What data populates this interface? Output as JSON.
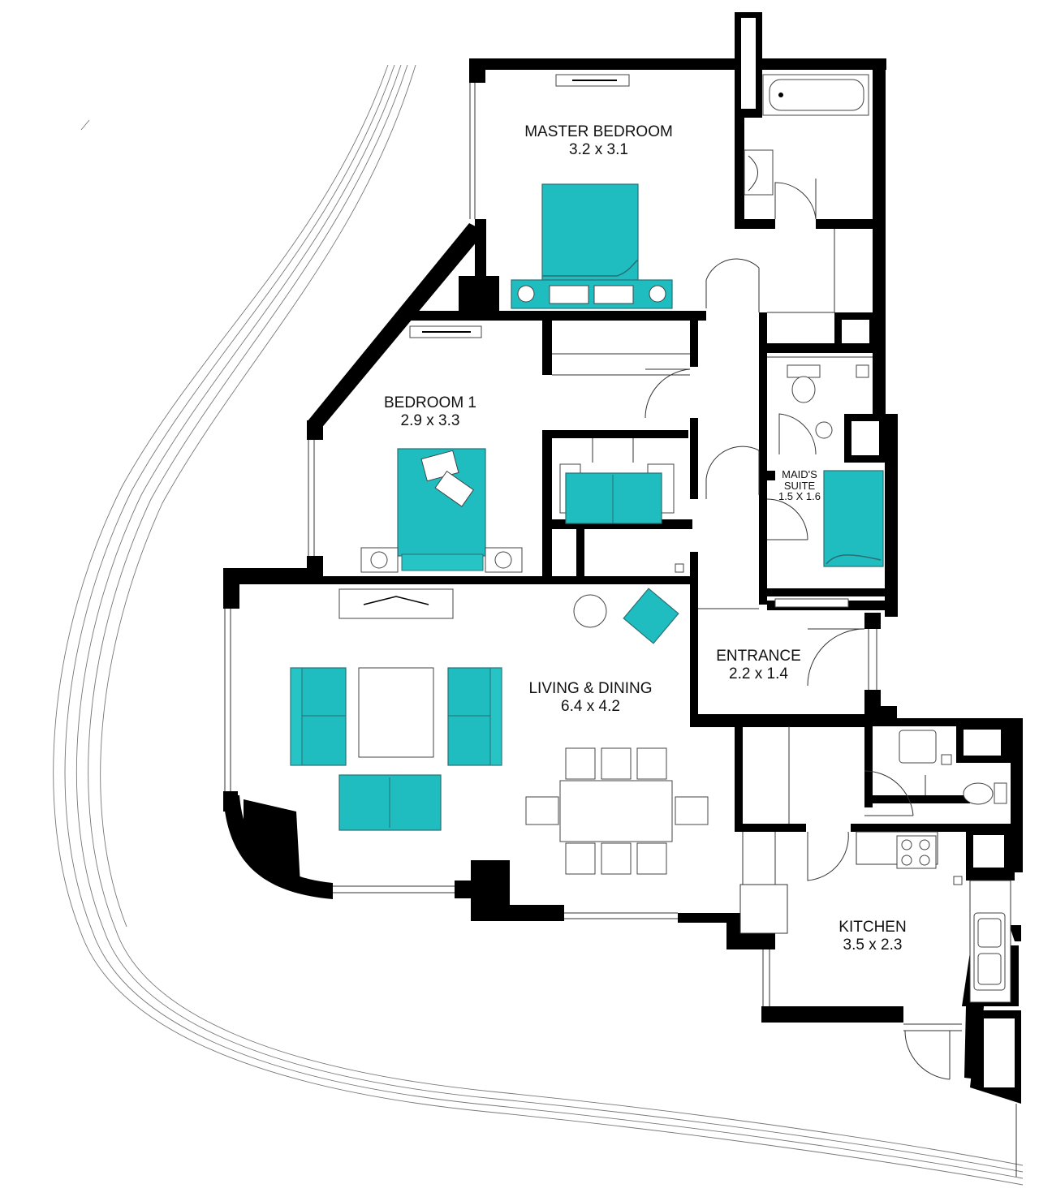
{
  "rooms": {
    "master_bedroom": {
      "name": "MASTER BEDROOM",
      "dim": "3.2 x 3.1"
    },
    "bedroom_1": {
      "name": "BEDROOM 1",
      "dim": "2.9 x 3.3"
    },
    "maids_suite": {
      "name_line1": "MAID'S",
      "name_line2": "SUITE",
      "dim": "1.5 X 1.6"
    },
    "entrance": {
      "name": "ENTRANCE",
      "dim": "2.2 x 1.4"
    },
    "living_dining": {
      "name": "LIVING & DINING",
      "dim": "6.4 x 4.2"
    },
    "kitchen": {
      "name": "KITCHEN",
      "dim": "3.5 x 2.3"
    }
  },
  "colors": {
    "furniture_accent": "#1fbcc0",
    "wall": "#000000",
    "background": "#ffffff"
  }
}
